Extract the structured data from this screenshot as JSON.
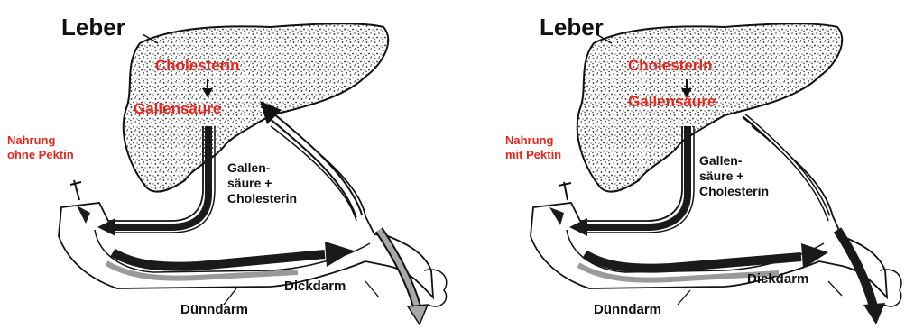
{
  "panels": [
    {
      "title": "Leber",
      "cholesterin": "Cholesterin",
      "gallensaeure": "Gallensäure",
      "nahrung_1": "Nahrung",
      "nahrung_2": "ohne Pektin",
      "bile_1": "Gallen-",
      "bile_2": "säure +",
      "bile_3": "Cholesterin",
      "dickdarm": "Dickdarm",
      "duenndarm": "Dünndarm"
    },
    {
      "title": "Leber",
      "cholesterin": "Cholesterin",
      "gallensaeure": "Gallensäure",
      "nahrung_1": "Nahrung",
      "nahrung_2": "mit Pektin",
      "bile_1": "Gallen-",
      "bile_2": "säure +",
      "bile_3": "Cholesterin",
      "dickdarm": "Dickdarm",
      "duenndarm": "Dünndarm"
    }
  ],
  "colors": {
    "label_red": "#e8261c",
    "arrow_dark": "#1a1a1a",
    "arrow_gray": "#9a9a9a",
    "outline": "#111111"
  }
}
